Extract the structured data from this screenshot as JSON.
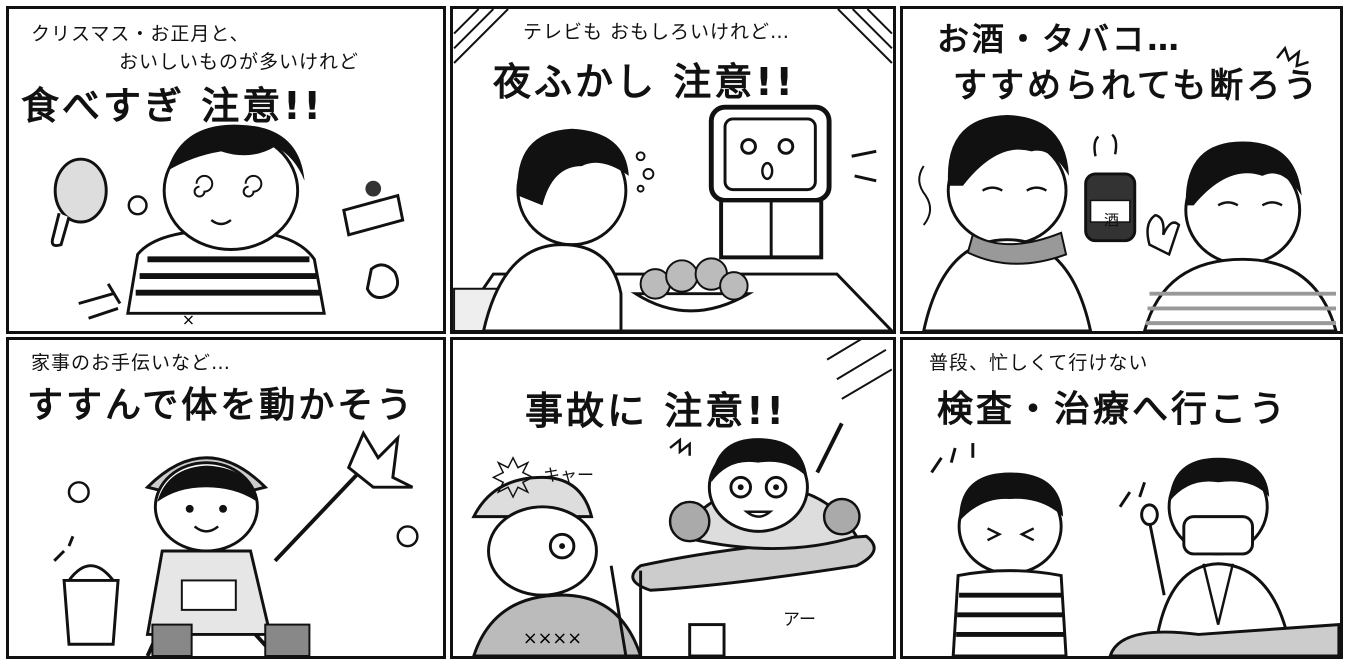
{
  "panels": {
    "p1": {
      "line1": "クリスマス・お正月と、",
      "line2": "おいしいものが多いけれど",
      "headline": "食べすぎ 注意!!"
    },
    "p2": {
      "line1": "テレビも おもしろいけれど…",
      "headline": "夜ふかし 注意!!"
    },
    "p3": {
      "line1": "お酒・タバコ…",
      "headline": "すすめられても断ろう",
      "can_label": "酒"
    },
    "p4": {
      "line1": "家事のお手伝いなど…",
      "headline": "すすんで体を動かそう"
    },
    "p5": {
      "headline": "事故に 注意!!",
      "sfx1": "キャー",
      "sfx2": "アー"
    },
    "p6": {
      "line1": "普段、忙しくて行けない",
      "headline": "検査・治療へ行こう"
    }
  }
}
